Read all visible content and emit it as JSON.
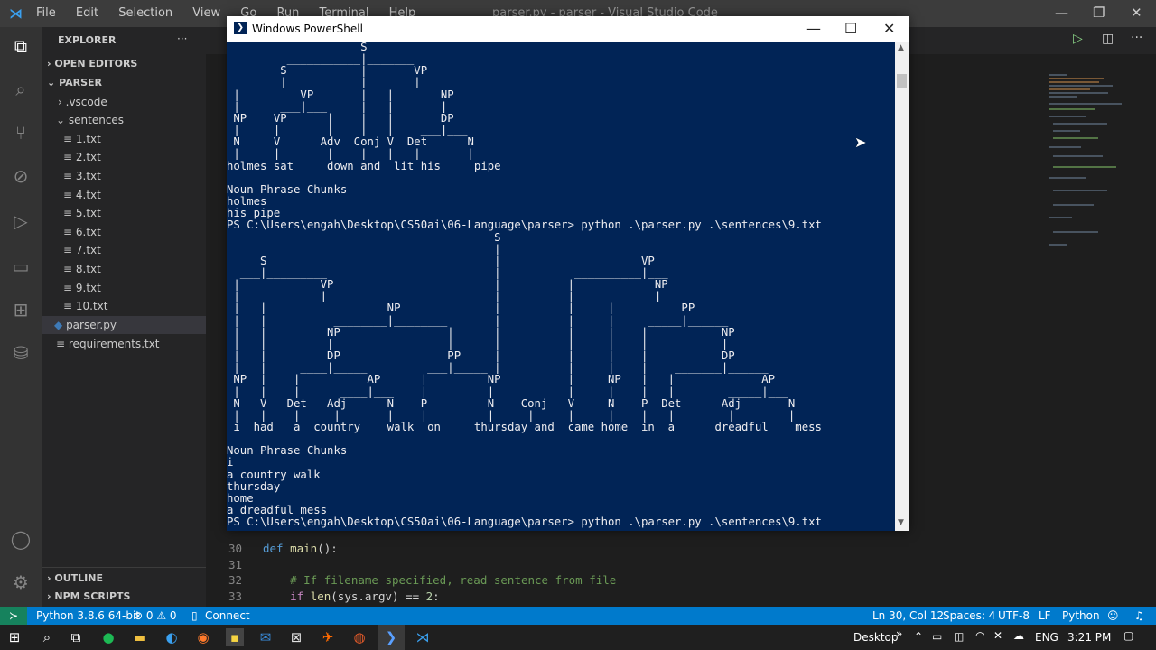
{
  "vscode": {
    "menu": [
      "File",
      "Edit",
      "Selection",
      "View",
      "Go",
      "Run",
      "Terminal",
      "Help"
    ],
    "window_title": "parser.py - parser - Visual Studio Code",
    "explorer_label": "EXPLORER",
    "explorer_more": "···",
    "open_editors": "OPEN EDITORS",
    "folder": "PARSER",
    "tree": [
      {
        "label": ".vscode",
        "kind": "folder-closed"
      },
      {
        "label": "sentences",
        "kind": "folder-open"
      },
      {
        "label": "1.txt",
        "kind": "file"
      },
      {
        "label": "2.txt",
        "kind": "file"
      },
      {
        "label": "3.txt",
        "kind": "file"
      },
      {
        "label": "4.txt",
        "kind": "file"
      },
      {
        "label": "5.txt",
        "kind": "file"
      },
      {
        "label": "6.txt",
        "kind": "file"
      },
      {
        "label": "7.txt",
        "kind": "file"
      },
      {
        "label": "8.txt",
        "kind": "file"
      },
      {
        "label": "9.txt",
        "kind": "file"
      },
      {
        "label": "10.txt",
        "kind": "file"
      },
      {
        "label": "parser.py",
        "kind": "python"
      },
      {
        "label": "requirements.txt",
        "kind": "file"
      }
    ],
    "outline": "OUTLINE",
    "npm": "NPM SCRIPTS",
    "code_lines": [
      {
        "num": "30",
        "text": "def main():"
      },
      {
        "num": "31",
        "text": ""
      },
      {
        "num": "32",
        "text": "    # If filename specified, read sentence from file"
      },
      {
        "num": "33",
        "text": "    if len(sys.argv) == 2:"
      }
    ]
  },
  "powershell": {
    "title": "Windows PowerShell",
    "output": "                    S\n         ___________|_______\n        S           |       VP\n  ______|___        |    ___|___\n |         VP       |   |       NP\n |      ___|___     |   |       |\n NP    VP      |    |   |       DP\n |     |       |    |   |    ___|___\n N     V      Adv  Conj V  Det      N\n |     |       |    |   |   |       |\nholmes sat     down and  lit his     pipe\n\nNoun Phrase Chunks\nholmes\nhis pipe\nPS C:\\Users\\engah\\Desktop\\CS50ai\\06-Language\\parser> python .\\parser.py .\\sentences\\9.txt\n                                        S\n      __________________________________|_____________________\n     S                                  |                     VP\n  ___|_________                         |           __________|___\n |            VP                        |          |            NP\n |    ________|__________               |          |      ______|___\n |   |                  NP              |          |     |          PP\n |   |          ________|________       |          |     |     _____|______\n |   |         NP                |      |          |     |    |           NP\n |   |         |                 |      |          |     |    |           |\n |   |         DP                PP     |          |     |    |           DP\n |   |     ____|_____         ___|_____ |          |     |    |    _______|______\n NP  |    |          AP      |         NP          |     NP   |   |             AP\n |   |    |      ____|___    |         |           |     |    |   |        _____|___\n N   V   Det   Adj      N    P         N    Conj   V     N    P  Det      Adj       N\n |   |    |     |       |    |         |     |     |     |    |   |        |        |\n i  had   a  country    walk  on     thursday and  came home  in  a      dreadful    mess\n\nNoun Phrase Chunks\ni\na country walk\nthursday\nhome\na dreadful mess\nPS C:\\Users\\engah\\Desktop\\CS50ai\\06-Language\\parser> python .\\parser.py .\\sentences\\9.txt"
  },
  "status": {
    "python": "Python 3.8.6 64-bit",
    "problems": "⊗ 0 ⚠ 0",
    "connect": "Connect",
    "position": "Ln 30, Col 12",
    "spaces": "Spaces: 4",
    "encoding": "UTF-8",
    "eol": "LF",
    "language": "Python"
  },
  "taskbar": {
    "desktop": "Desktop",
    "lang": "ENG",
    "time": "3:21 PM"
  },
  "colors": {
    "statusbar": "#007acc",
    "powershell_bg": "#012456",
    "keyword": "#569cd6",
    "function": "#dcdcaa",
    "comment": "#6a9955"
  }
}
